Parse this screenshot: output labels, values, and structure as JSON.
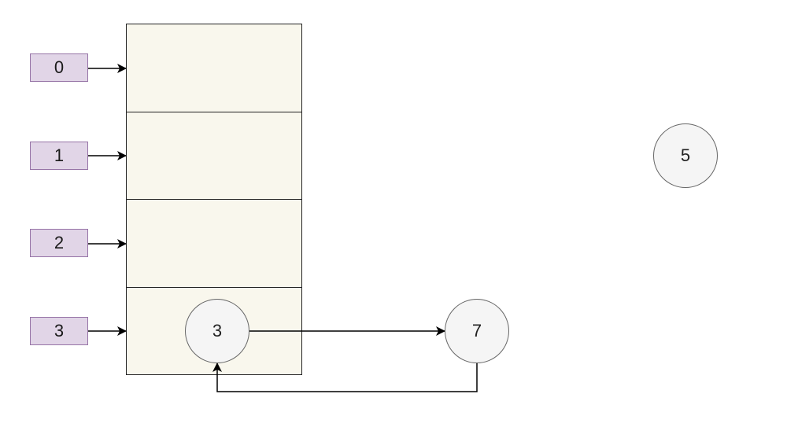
{
  "index_boxes": [
    "0",
    "1",
    "2",
    "3"
  ],
  "nodes": {
    "bucket_node": "3",
    "chain_node": "7",
    "lone_node": "5"
  },
  "colors": {
    "index_fill": "#e1d5e7",
    "index_stroke": "#9673a6",
    "bucket_fill": "#f9f7ed",
    "node_fill": "#f5f5f5",
    "node_stroke": "#666666",
    "line": "#000000"
  }
}
